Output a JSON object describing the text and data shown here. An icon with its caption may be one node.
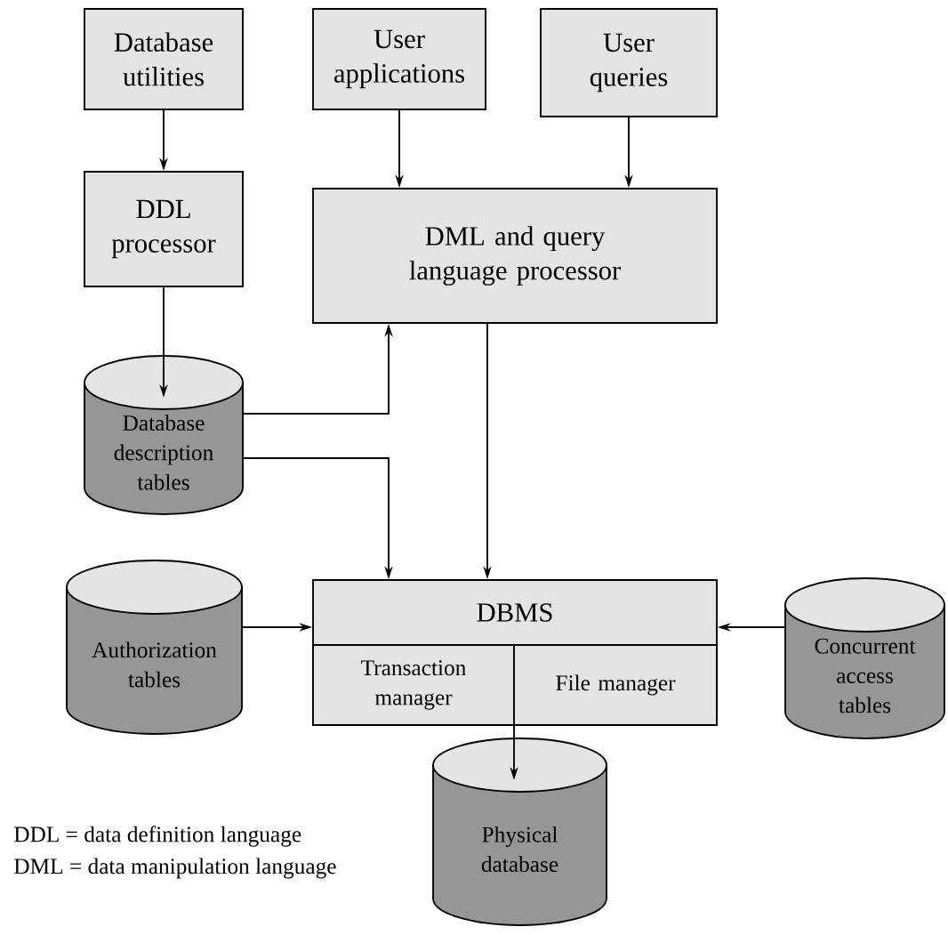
{
  "diagram": {
    "nodes": [
      {
        "text": [
          "Database utilities"
        ]
      },
      {
        "text": [
          "User applications"
        ]
      },
      {
        "text": [
          "User queries"
        ]
      },
      {
        "text": [
          "DDL processor"
        ]
      },
      {
        "text": [
          "DML and query language processor"
        ]
      },
      {
        "text": [
          "Database description tables"
        ]
      },
      {
        "text": [
          "DBMS"
        ]
      },
      {
        "text": [
          "Transaction manager"
        ],
        "in": 6
      },
      {
        "text": [
          "File manager"
        ],
        "in": 6
      },
      {
        "text": [
          "Authorization tables"
        ]
      },
      {
        "text": [
          "Concurrent access tables"
        ]
      },
      {
        "text": [
          "Physical database"
        ]
      }
    ],
    "edges": [
      {
        "from": 0,
        "to": 3,
        "arrow": "to"
      },
      {
        "from": 1,
        "to": 4,
        "arrow": "to"
      },
      {
        "from": 2,
        "to": 4,
        "arrow": "to"
      },
      {
        "from": 3,
        "to": 5,
        "arrow": "to"
      },
      {
        "from": 5,
        "to": 4,
        "arrow": "to"
      },
      {
        "from": 5,
        "to": 6,
        "arrow": "to"
      },
      {
        "from": 4,
        "to": 6,
        "arrow": "to"
      },
      {
        "from": 9,
        "to": 6,
        "arrow": "to"
      },
      {
        "from": 10,
        "to": 6,
        "arrow": "to"
      },
      {
        "from": 6,
        "to": 11,
        "arrow": "to"
      }
    ],
    "labels": [
      "DDL = data definition language",
      "DML = data manipulation language"
    ]
  }
}
